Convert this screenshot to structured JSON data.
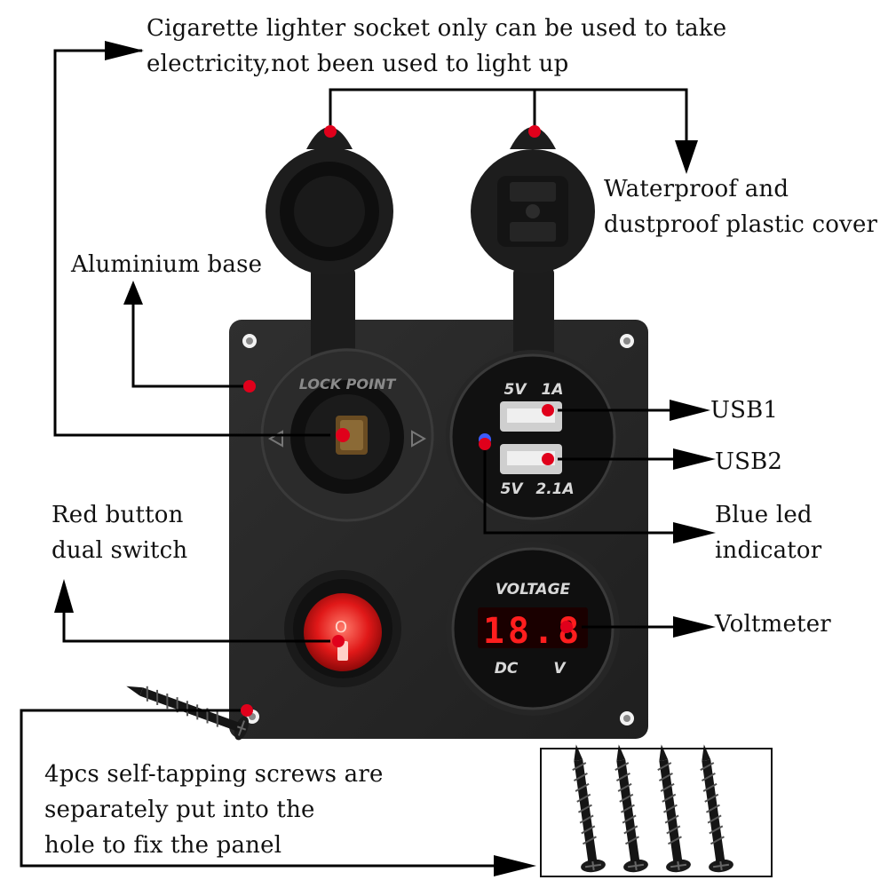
{
  "labels": {
    "cigarette": [
      "Cigarette lighter socket only can be used to take",
      "electricity,not been used to light up"
    ],
    "aluminium": "Aluminium base",
    "cover": [
      "Waterproof and",
      "dustproof plastic cover"
    ],
    "usb1": "USB1",
    "usb2": "USB2",
    "blue_led": [
      "Blue led",
      "indicator"
    ],
    "red_button": [
      "Red button",
      "dual switch"
    ],
    "voltmeter": "Voltmeter",
    "screws": [
      "4pcs self-tapping screws are",
      "separately put into the",
      "hole to fix the panel"
    ]
  },
  "panel": {
    "lock_ring": "LOCK POINT",
    "usb_top": {
      "volt": "5V",
      "amp": "1A"
    },
    "usb_bottom": {
      "volt": "5V",
      "amp": "2.1A"
    },
    "voltmeter_title": "VOLTAGE",
    "voltmeter_reading": "18.8",
    "voltmeter_dc": "DC",
    "voltmeter_unit": "V",
    "switch_symbol": "O"
  },
  "colors": {
    "panel": "#262626",
    "marker": "#e0001b",
    "switch_red": "#e01818",
    "led_blue": "#3c5cff",
    "display_red": "#ff1e1e"
  },
  "icons": [
    "arrow-icon",
    "screw-icon",
    "cigarette-socket-icon",
    "usb-port-icon",
    "rocker-switch-icon",
    "voltmeter-display-icon"
  ]
}
